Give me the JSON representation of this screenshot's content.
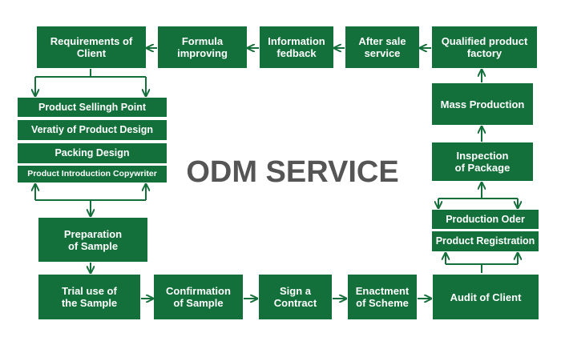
{
  "title": "ODM SERVICE",
  "boxes": {
    "requirements": "Requirements of\nClient",
    "formula": "Formula\nimproving",
    "information": "Information\nfedback",
    "after_sale": "After sale\nservice",
    "qualified": "Qualified product\nfactory",
    "selling_point": "Product Sellingh Point",
    "variety": "Veratiy of Product Design",
    "packing": "Packing Design",
    "copywriter": "Product Introduction Copywriter",
    "preparation": "Preparation\nof Sample",
    "trial": "Trial use of\nthe Sample",
    "confirmation": "Confirmation\nof Sample",
    "sign": "Sign a\nContract",
    "enactment": "Enactment\nof Scheme",
    "audit": "Audit of Client",
    "registration": "Product Registration",
    "production_order": "Production Oder",
    "inspection": "Inspection\nof Package",
    "mass": "Mass Production"
  },
  "colors": {
    "box": "#13703a",
    "title": "#555555",
    "arrow": "#13703a"
  }
}
